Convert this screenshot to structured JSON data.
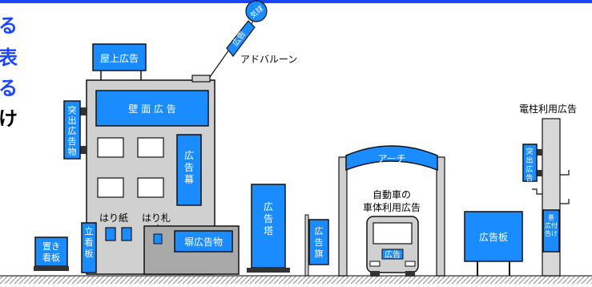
{
  "left_text": {
    "line1": "る",
    "line2": "表",
    "line3": "る",
    "line4": "け"
  },
  "labels": {
    "rooftop_sign": "屋上広告",
    "wall_sign": "壁 面 広 告",
    "projecting_sign": "突出広告物",
    "curtain_sign": "広告幕",
    "balloon_text": "気球",
    "balloon_sign": "広告",
    "ad_balloon": "アドバルーン",
    "poster": "はり紙",
    "placard": "はり札",
    "wall_fence_sign": "塀広告物",
    "placed_sign": "置き看板",
    "standing_sign": "立看板",
    "tower_sign": "広告塔",
    "flag_sign": "広告旗",
    "arch": "アーチ",
    "vehicle_ad": "自動車の\n車体利用広告",
    "bus_sign": "広告",
    "billboard": "広告板",
    "pole_ad": "電柱利用広告",
    "pole_projecting": "突出広告",
    "pole_wrap": "巻付広告"
  },
  "colors": {
    "accent": "#1a8cff",
    "outline": "#111111",
    "building": "#d0d0d0",
    "building_dark": "#a9a9a9",
    "pole": "#d8d8d8",
    "header_stripe": "#1a46ff"
  }
}
